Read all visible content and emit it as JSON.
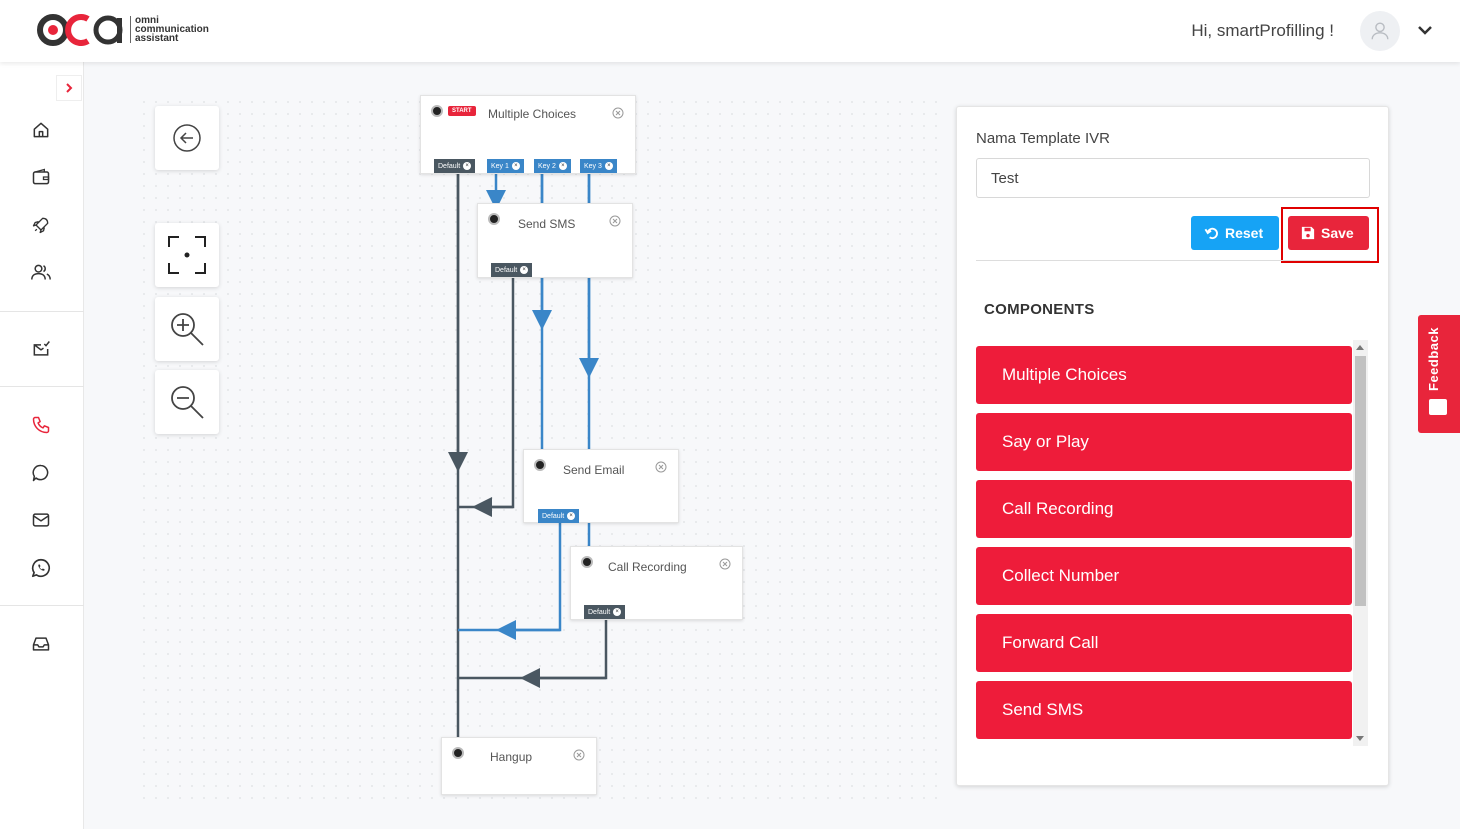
{
  "header": {
    "logo_mark": "OCA",
    "logo_text_lines": [
      "omni",
      "communication",
      "assistant"
    ],
    "greeting": "Hi, smartProfilling !",
    "avatar_icon": "user-icon",
    "menu_icon": "chevron-down-icon"
  },
  "sidebar": {
    "expand_icon": "chevron-right-icon",
    "items": [
      {
        "icon": "home-icon"
      },
      {
        "icon": "wallet-icon"
      },
      {
        "icon": "rocket-icon"
      },
      {
        "icon": "users-icon"
      },
      {
        "icon": "mail-check-icon"
      },
      {
        "icon": "phone-icon",
        "active": true
      },
      {
        "icon": "chat-icon"
      },
      {
        "icon": "mail-icon"
      },
      {
        "icon": "whatsapp-icon"
      },
      {
        "icon": "inbox-icon"
      }
    ]
  },
  "tools": {
    "back_icon": "arrow-left-circle-icon",
    "fit_icon": "focus-icon",
    "zoom_in_icon": "zoom-in-icon",
    "zoom_out_icon": "zoom-out-icon"
  },
  "flow": {
    "nodes": {
      "multiple_choices": {
        "title": "Multiple Choices",
        "badge": "START",
        "ports": [
          "Default",
          "Key 1",
          "Key 2",
          "Key 3"
        ]
      },
      "send_sms": {
        "title": "Send SMS",
        "ports": [
          "Default"
        ]
      },
      "send_email": {
        "title": "Send Email",
        "ports": [
          "Default"
        ]
      },
      "call_recording": {
        "title": "Call Recording",
        "ports": [
          "Default"
        ]
      },
      "hangup": {
        "title": "Hangup"
      }
    }
  },
  "panel": {
    "template_label": "Nama Template IVR",
    "template_value": "Test",
    "reset_label": "Reset",
    "save_label": "Save",
    "components_title": "COMPONENTS",
    "components": [
      "Multiple Choices",
      "Say or Play",
      "Call Recording",
      "Collect Number",
      "Forward Call",
      "Send SMS"
    ]
  },
  "feedback_label": "Feedback",
  "colors": {
    "brand_red": "#e8253b",
    "component_red": "#ee1c3a",
    "reset_blue": "#16a3f5",
    "link_grey": "#4a5761",
    "link_blue": "#3a86c8"
  }
}
